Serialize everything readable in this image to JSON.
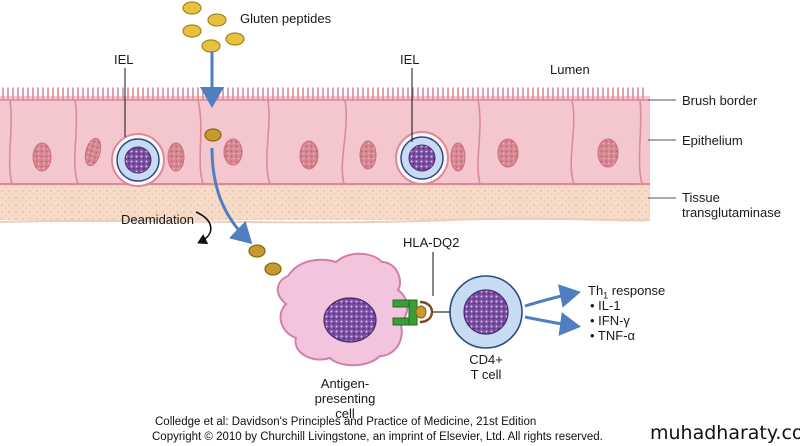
{
  "labels": {
    "gluten_peptides": "Gluten peptides",
    "iel_left": "IEL",
    "iel_right": "IEL",
    "lumen": "Lumen",
    "brush_border": "Brush border",
    "epithelium": "Epithelium",
    "tissue_tg_line1": "Tissue",
    "tissue_tg_line2": "transglutaminase",
    "deamidation": "Deamidation",
    "hla_dq2": "HLA-DQ2",
    "apc_line1": "Antigen-",
    "apc_line2": "presenting",
    "apc_line3": "cell",
    "cd4_line1": "CD4+",
    "cd4_line2": "T cell",
    "th1_prefix": "Th",
    "th1_sub": "1",
    "th1_suffix": " response",
    "cytokines": [
      "• IL-1",
      "• IFN-γ",
      "• TNF-α"
    ]
  },
  "caption": {
    "line1": "Colledge et al: Davidson's Principles and Practice of Medicine, 21st Edition",
    "line2": "Copyright © 2010 by Churchill Livingstone, an imprint of Elsevier, Ltd. All rights reserved."
  },
  "watermark": "muhadharaty.com",
  "colors": {
    "epithelium": "#f4c7cf",
    "cell_border": "#d98b98",
    "nucleus": "#d88893",
    "tissue": "#f6dcc8",
    "arrow": "#4f7fc0",
    "peptide": "#d9b43a",
    "deamidated_peptide": "#b98a2c",
    "apc": "#f3c4de",
    "t_cell": "#c7dcf2",
    "lymph_nucleus": "#6a3f93",
    "hla": "#3b9c3b"
  }
}
